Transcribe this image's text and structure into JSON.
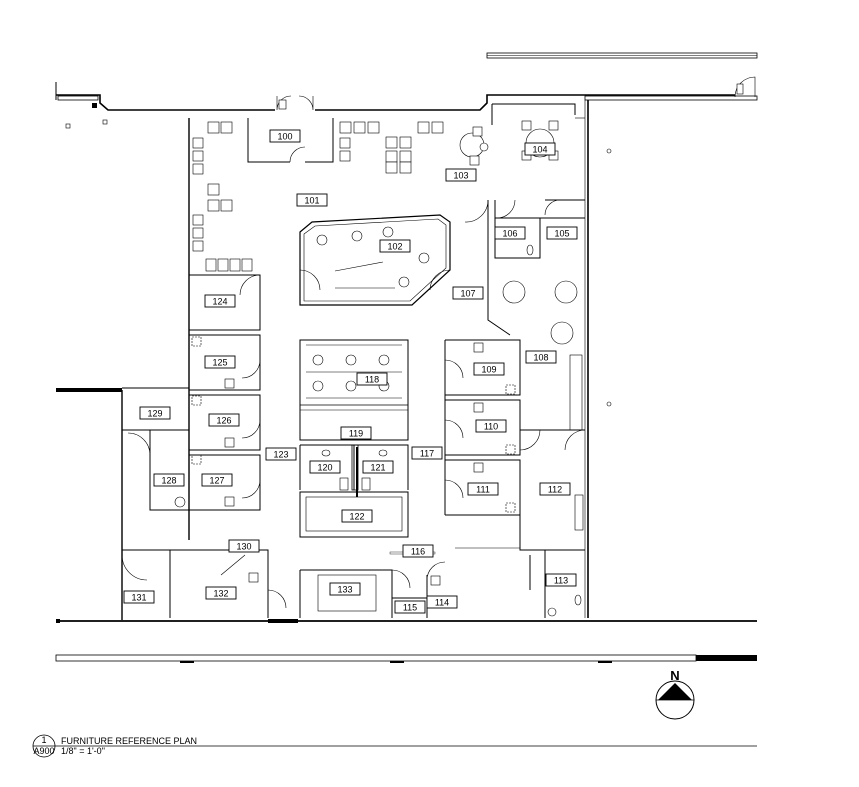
{
  "rooms": [
    "100",
    "101",
    "102",
    "103",
    "104",
    "105",
    "106",
    "107",
    "108",
    "109",
    "110",
    "111",
    "112",
    "113",
    "114",
    "115",
    "116",
    "117",
    "118",
    "119",
    "120",
    "121",
    "122",
    "123",
    "124",
    "125",
    "126",
    "127",
    "128",
    "129",
    "130",
    "131",
    "132",
    "133"
  ],
  "north": {
    "label": "N"
  },
  "title_block": {
    "detail_number": "1",
    "sheet": "A900",
    "title": "FURNITURE REFERENCE PLAN",
    "scale": "1/8\" = 1'-0\""
  }
}
